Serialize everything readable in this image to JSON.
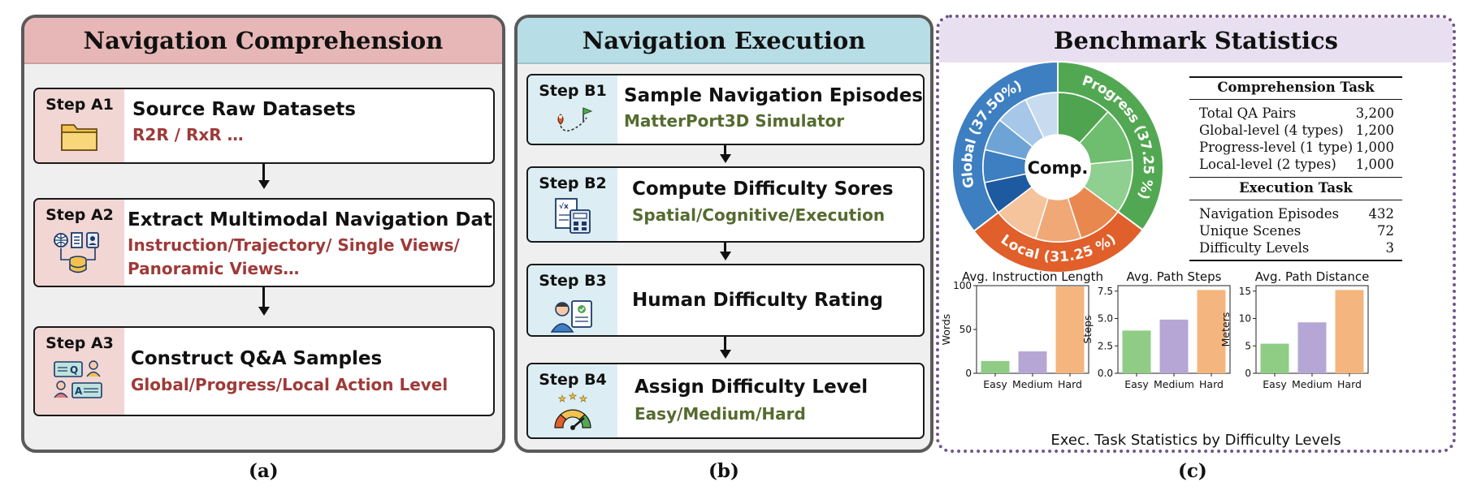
{
  "panel_a": {
    "title": "Navigation Comprehension",
    "caption": "(a)",
    "steps": [
      {
        "id": "Step A1",
        "title": "Source Raw Datasets",
        "sub": [
          "R2R / RxR …"
        ]
      },
      {
        "id": "Step A2",
        "title": "Extract Multimodal Navigation Data",
        "sub": [
          "Instruction/Trajectory/ Single Views/",
          "Panoramic Views…"
        ]
      },
      {
        "id": "Step A3",
        "title": "Construct Q&A Samples",
        "sub": [
          "Global/Progress/Local Action Level"
        ]
      }
    ]
  },
  "panel_b": {
    "title": "Navigation Execution",
    "caption": "(b)",
    "steps": [
      {
        "id": "Step B1",
        "title": "Sample Navigation Episodes",
        "sub": [
          "MatterPort3D Simulator"
        ]
      },
      {
        "id": "Step B2",
        "title": "Compute Difficulty Sores",
        "sub": [
          "Spatial/Cognitive/Execution"
        ]
      },
      {
        "id": "Step B3",
        "title": "Human Difficulty Rating",
        "sub": []
      },
      {
        "id": "Step B4",
        "title": "Assign Difficulty Level",
        "sub": [
          "Easy/Medium/Hard"
        ]
      }
    ]
  },
  "panel_c": {
    "title": "Benchmark Statistics",
    "caption": "(c)",
    "donut": {
      "center": "Comp.",
      "segments": [
        {
          "label": "Progress (37.25 %)",
          "value": 37.25,
          "color": "#52a852"
        },
        {
          "label": "Local (31.25 %)",
          "value": 31.25,
          "color": "#e05f2a"
        },
        {
          "label": "Global (37.50%)",
          "value": 37.5,
          "color": "#3d7fc1"
        }
      ]
    },
    "table": {
      "comp_title": "Comprehension Task",
      "comp_rows": [
        {
          "label": "Total QA Pairs",
          "value": "3,200"
        },
        {
          "label": "Global-level (4 types)",
          "value": "1,200"
        },
        {
          "label": "Progress-level (1 type)",
          "value": "1,000"
        },
        {
          "label": "Local-level (2 types)",
          "value": "1,000"
        }
      ],
      "exec_title": "Execution Task",
      "exec_rows": [
        {
          "label": "Navigation Episodes",
          "value": "432"
        },
        {
          "label": "Unique Scenes",
          "value": "72"
        },
        {
          "label": "Difficulty Levels",
          "value": "3"
        }
      ]
    },
    "bars_caption": "Exec. Task Statistics by Difficulty Levels"
  },
  "chart_data": [
    {
      "type": "pie",
      "title": "",
      "center_label": "Comp.",
      "categories": [
        "Progress",
        "Local",
        "Global"
      ],
      "values": [
        37.25,
        31.25,
        37.5
      ]
    },
    {
      "type": "bar",
      "title": "Avg. Instruction Length",
      "xlabel": "",
      "ylabel": "Words",
      "categories": [
        "Easy",
        "Medium",
        "Hard"
      ],
      "values": [
        14,
        25,
        99
      ],
      "ylim": [
        0,
        100
      ],
      "yticks": [
        0,
        50,
        100
      ],
      "ytick_labels": [
        "0",
        "50",
        "100"
      ]
    },
    {
      "type": "bar",
      "title": "Avg. Path Steps",
      "xlabel": "",
      "ylabel": "Steps",
      "categories": [
        "Easy",
        "Medium",
        "Hard"
      ],
      "values": [
        3.9,
        4.9,
        7.6
      ],
      "ylim": [
        0,
        8
      ],
      "yticks": [
        0,
        2.5,
        5,
        7.5
      ],
      "ytick_labels": [
        "0.0",
        "2.5",
        "5.0",
        "7.5"
      ]
    },
    {
      "type": "bar",
      "title": "Avg. Path Distance",
      "xlabel": "",
      "ylabel": "Meters",
      "categories": [
        "Easy",
        "Medium",
        "Hard"
      ],
      "values": [
        5.4,
        9.3,
        15.2
      ],
      "ylim": [
        0,
        16
      ],
      "yticks": [
        0,
        5,
        10,
        15
      ],
      "ytick_labels": [
        "0",
        "5",
        "10",
        "15"
      ]
    }
  ],
  "colors": {
    "easy": "#8fcd85",
    "medium": "#b6a6d5",
    "hard": "#f5b57e"
  }
}
